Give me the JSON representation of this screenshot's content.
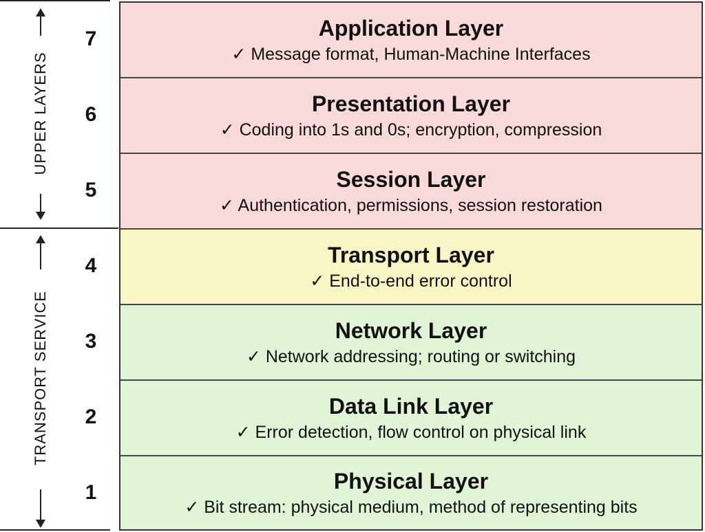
{
  "groups": {
    "upper": "UPPER LAYERS",
    "transport": "TRANSPORT SERVICE"
  },
  "layers": [
    {
      "number": "7",
      "title": "Application Layer",
      "description": "✓ Message format, Human-Machine Interfaces",
      "color": "#f8dada"
    },
    {
      "number": "6",
      "title": "Presentation Layer",
      "description": "✓ Coding into 1s and 0s; encryption, compression",
      "color": "#f8dada"
    },
    {
      "number": "5",
      "title": "Session Layer",
      "description": "✓ Authentication, permissions, session restoration",
      "color": "#f8dada"
    },
    {
      "number": "4",
      "title": "Transport Layer",
      "description": "✓ End-to-end error control",
      "color": "#f9f5c4"
    },
    {
      "number": "3",
      "title": "Network Layer",
      "description": "✓ Network addressing; routing or switching",
      "color": "#dff5d6"
    },
    {
      "number": "2",
      "title": "Data Link Layer",
      "description": "✓ Error detection, flow control on physical link",
      "color": "#dff5d6"
    },
    {
      "number": "1",
      "title": "Physical Layer",
      "description": "✓ Bit stream: physical medium, method of representing bits",
      "color": "#dff5d6"
    }
  ]
}
